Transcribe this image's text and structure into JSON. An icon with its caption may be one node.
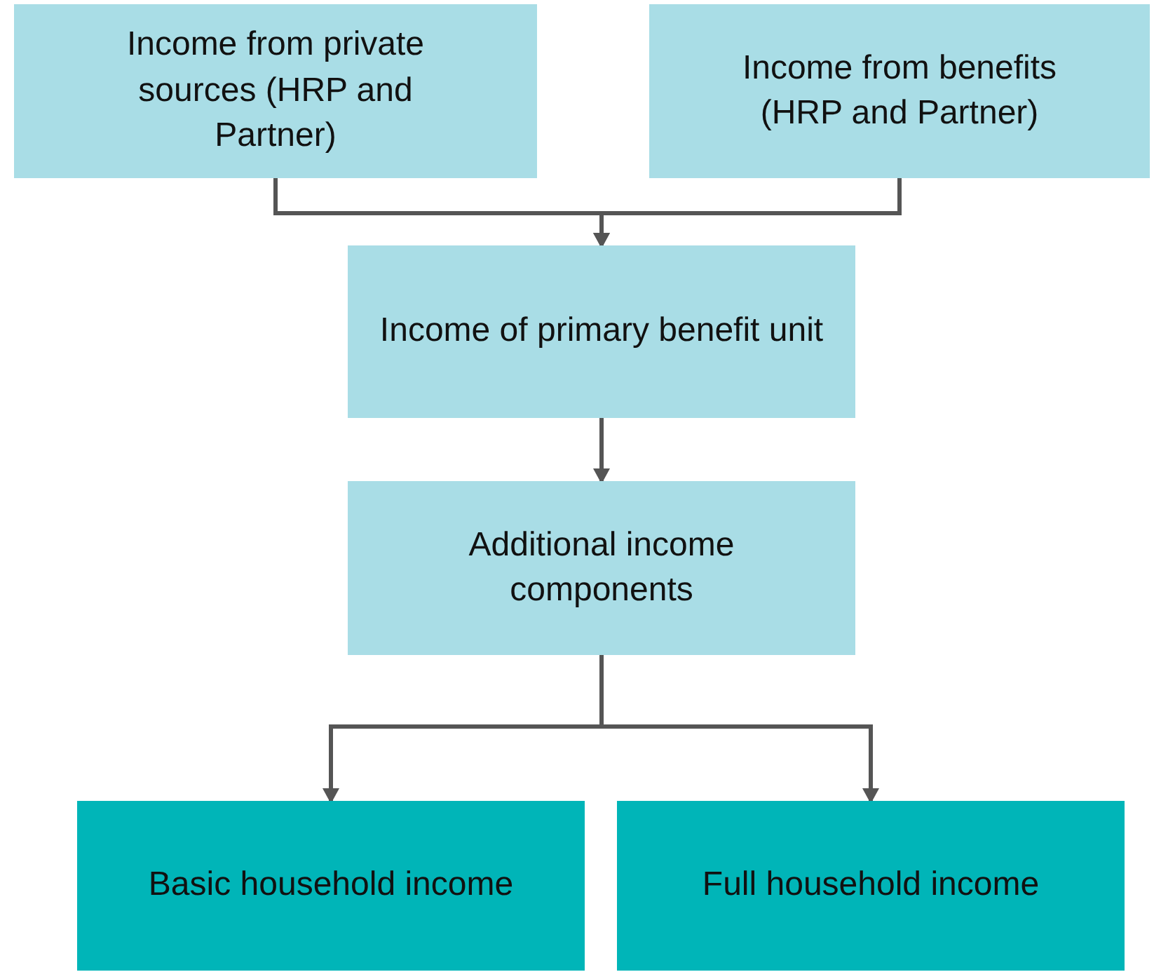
{
  "diagram": {
    "nodes": [
      {
        "text": [
          "Income from private sources (HRP and Partner)"
        ]
      },
      {
        "text": [
          "Income from benefits (HRP and Partner)"
        ]
      },
      {
        "text": [
          "Income of primary benefit unit"
        ]
      },
      {
        "text": [
          "Additional income components"
        ]
      },
      {
        "text": [
          "Basic household income"
        ]
      },
      {
        "text": [
          "Full household income"
        ]
      }
    ],
    "edges": [
      {
        "from": 0,
        "to": 2,
        "arrow": "to"
      },
      {
        "from": 1,
        "to": 2,
        "arrow": "to"
      },
      {
        "from": 2,
        "to": 3,
        "arrow": "to"
      },
      {
        "from": 3,
        "to": 4,
        "arrow": "to"
      },
      {
        "from": 3,
        "to": 5,
        "arrow": "to"
      }
    ]
  }
}
